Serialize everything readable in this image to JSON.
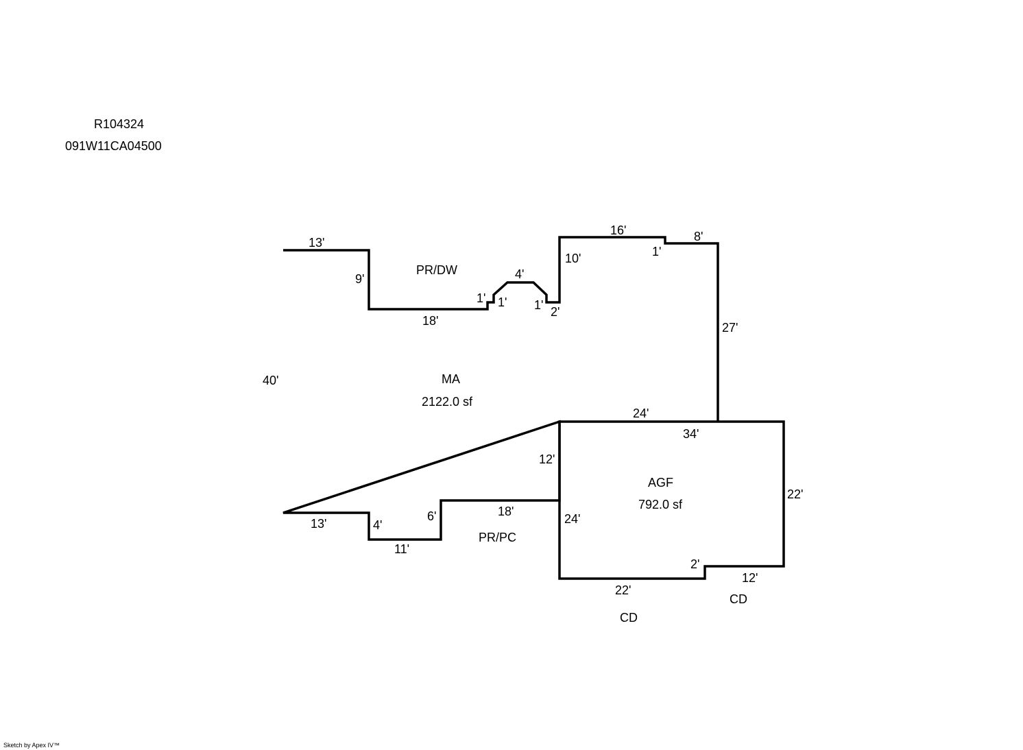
{
  "header": {
    "account_id": "R104324",
    "parcel_id": "091W11CA04500"
  },
  "footer": {
    "credit": "Sketch by Apex IV™"
  },
  "areas": {
    "ma": {
      "code": "MA",
      "area": "2122.0 sf"
    },
    "agf": {
      "code": "AGF",
      "area": "792.0 sf"
    },
    "pr_dw": "PR/DW",
    "pr_pc": "PR/PC",
    "cd_left": "CD",
    "cd_right": "CD"
  },
  "dimensions": {
    "ma_top_left": "13'",
    "ma_notch_depth": "9'",
    "ma_top_mid": "18'",
    "ma_step_a": "1'",
    "ma_step_b": "1'",
    "ma_bay_top": "4'",
    "ma_step_c": "1'",
    "ma_step_d": "2'",
    "ma_rise": "10'",
    "ma_top_right": "16'",
    "ma_step_e": "1'",
    "ma_top_far_right": "8'",
    "ma_right": "27'",
    "ma_left": "40'",
    "ma_bottom_left": "13'",
    "ma_bottom_step": "4'",
    "ma_bottom_mid": "11'",
    "ma_bottom_rise": "6'",
    "ma_bottom_right": "18'",
    "ma_agf_shared_top": "24'",
    "ma_agf_shared_side": "12'",
    "agf_top": "34'",
    "agf_right": "22'",
    "agf_left": "24'",
    "agf_bottom_left": "22'",
    "agf_notch": "2'",
    "agf_bottom_right": "12'"
  }
}
